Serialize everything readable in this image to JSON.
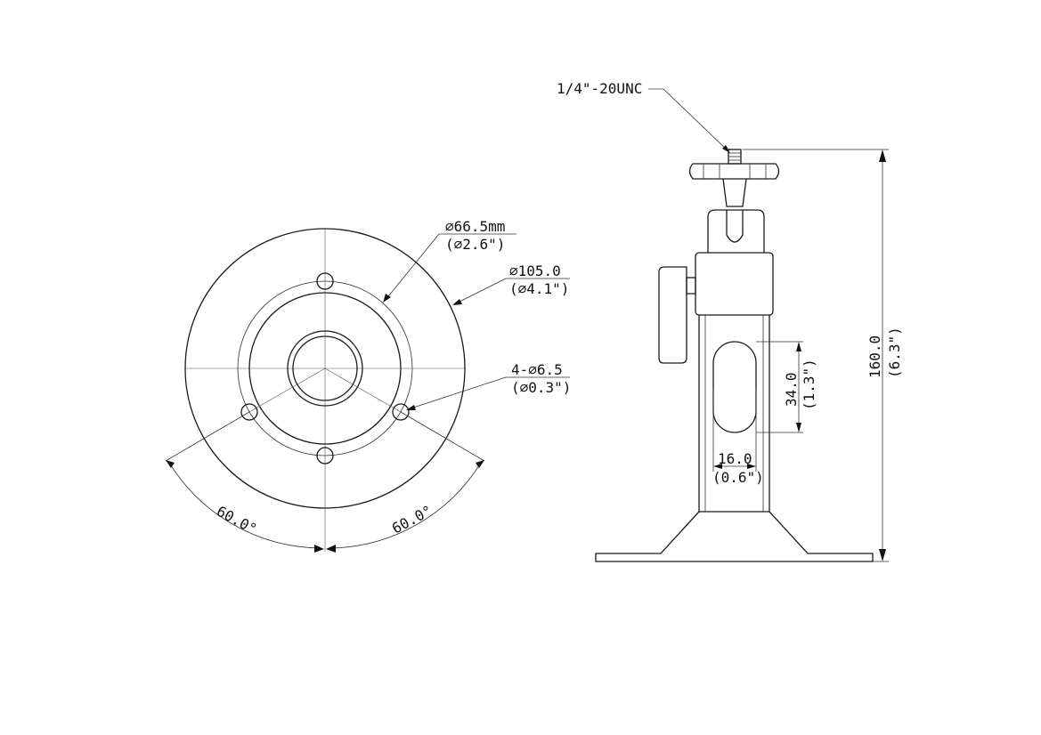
{
  "front_view": {
    "dim_inner_circle_mm": "∅66.5mm",
    "dim_inner_circle_in": "(∅2.6\")",
    "dim_outer_circle_mm": "∅105.0",
    "dim_outer_circle_in": "(∅4.1\")",
    "dim_holes_mm": "4-∅6.5",
    "dim_holes_in": "(∅0.3\")",
    "angle_left": "60.0°",
    "angle_right": "60.0°"
  },
  "side_view": {
    "thread_label": "1/4\"-20UNC",
    "dim_height_mm": "160.0",
    "dim_height_in": "(6.3\")",
    "dim_slot_height_mm": "34.0",
    "dim_slot_height_in": "(1.3\")",
    "dim_slot_width_mm": "16.0",
    "dim_slot_width_in": "(0.6\")"
  },
  "colors": {
    "line": "#1a1a1a",
    "background": "#ffffff"
  }
}
